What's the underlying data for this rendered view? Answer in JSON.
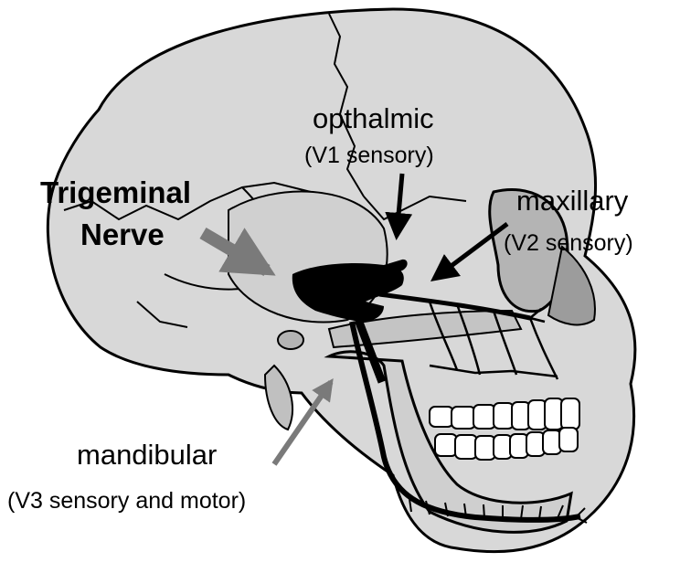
{
  "title": {
    "line1": "Trigeminal",
    "line2": "Nerve"
  },
  "branches": {
    "v1": {
      "name": "opthalmic",
      "desc": "(V1 sensory)"
    },
    "v2": {
      "name": "maxillary",
      "desc": "(V2 sensory)"
    },
    "v3": {
      "name": "mandibular",
      "desc": "(V3 sensory and motor)"
    }
  },
  "colors": {
    "skull_fill": "#d8d8d8",
    "skull_shade": "#b4b4b4",
    "outline": "#000000",
    "nerve": "#000000",
    "pointer_arrow_gray": "#7a7a7a",
    "teeth": "#ffffff"
  }
}
